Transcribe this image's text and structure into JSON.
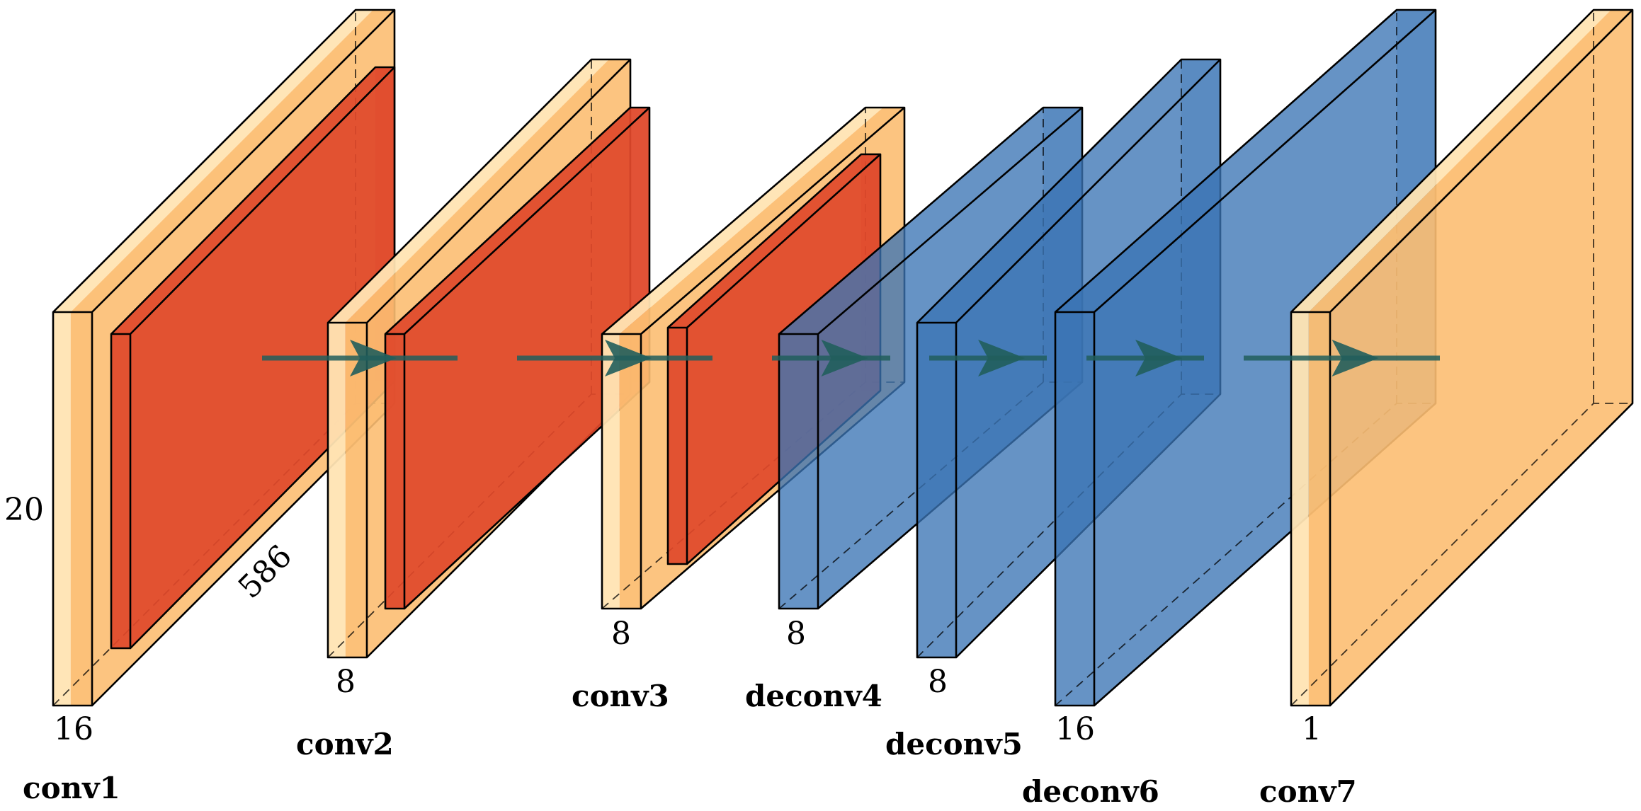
{
  "dims": {
    "conv1_height": "20",
    "conv1_depth": "586",
    "conv1_channels": "16",
    "conv2_channels": "8",
    "conv3_channels": "8",
    "deconv4_channels": "8",
    "deconv5_channels": "8",
    "deconv6_channels": "16",
    "conv7_channels": "1"
  },
  "layers": {
    "conv1": "conv1",
    "conv2": "conv2",
    "conv3": "conv3",
    "deconv4": "deconv4",
    "deconv5": "deconv5",
    "deconv6": "deconv6",
    "conv7": "conv7"
  },
  "colors": {
    "conv_light": "#FFE4B3",
    "conv_mid": "#FCBE72",
    "relu": "#E0482A",
    "deconv": "#3B75B5",
    "arrow": "#215E5C"
  }
}
